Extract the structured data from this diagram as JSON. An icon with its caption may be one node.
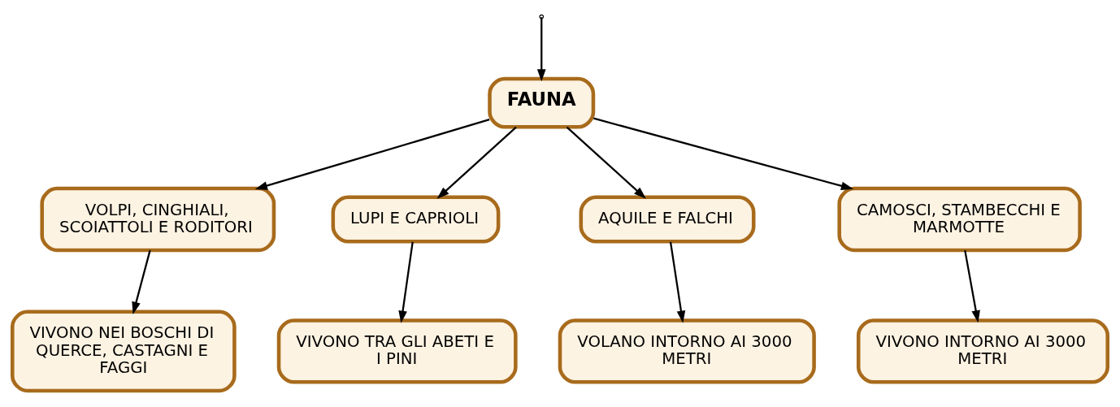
{
  "diagram": {
    "nodes": [
      {
        "text": [
          "FAUNA"
        ]
      },
      {
        "text": [
          "VOLPI, CINGHIALI, SCOIATTOLI E RODITORI"
        ]
      },
      {
        "text": [
          "LUPI E CAPRIOLI"
        ]
      },
      {
        "text": [
          "AQUILE E FALCHI"
        ]
      },
      {
        "text": [
          "CAMOSCI, STAMBECCHI E MARMOTTE"
        ]
      },
      {
        "text": [
          "VIVONO NEI BOSCHI DI QUERCE, CASTAGNI E FAGGI"
        ]
      },
      {
        "text": [
          "VIVONO TRA GLI ABETI E I PINI"
        ]
      },
      {
        "text": [
          "VOLANO INTORNO AI 3000 METRI"
        ]
      },
      {
        "text": [
          "VIVONO INTORNO AI 3000 METRI"
        ]
      }
    ],
    "edges": [
      {
        "from": null,
        "to": 0,
        "arrow": "to"
      },
      {
        "from": 0,
        "to": 1,
        "arrow": "to"
      },
      {
        "from": 0,
        "to": 2,
        "arrow": "to"
      },
      {
        "from": 0,
        "to": 3,
        "arrow": "to"
      },
      {
        "from": 0,
        "to": 4,
        "arrow": "to"
      },
      {
        "from": 1,
        "to": 5,
        "arrow": "to"
      },
      {
        "from": 2,
        "to": 6,
        "arrow": "to"
      },
      {
        "from": 3,
        "to": 7,
        "arrow": "to"
      },
      {
        "from": 4,
        "to": 8,
        "arrow": "to"
      }
    ]
  }
}
